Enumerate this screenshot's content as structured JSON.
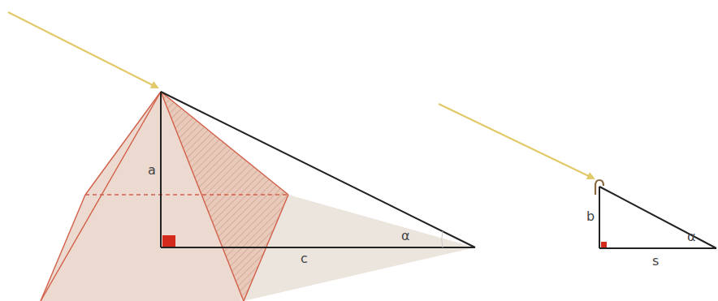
{
  "diagram": {
    "labels": [
      "a",
      "c",
      "α",
      "b",
      "s",
      "α"
    ]
  }
}
